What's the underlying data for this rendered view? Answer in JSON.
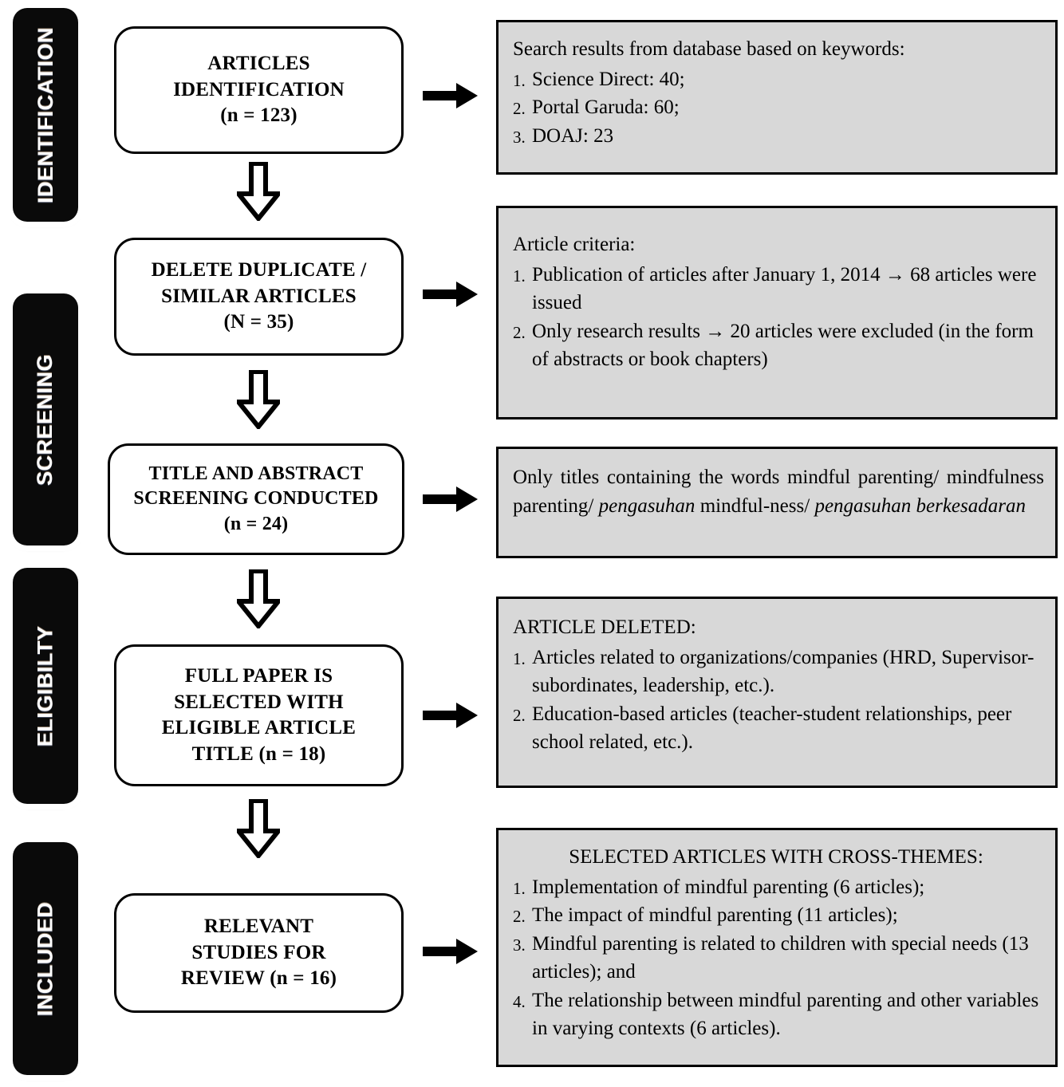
{
  "stages": [
    {
      "label": "IDENTIFICATION"
    },
    {
      "label": "SCREENING"
    },
    {
      "label": "ELIGIBILTY"
    },
    {
      "label": "INCLUDED"
    }
  ],
  "process_boxes": [
    {
      "lines": [
        "ARTICLES",
        "IDENTIFICATION",
        "(n = 123)"
      ]
    },
    {
      "lines": [
        "DELETE DUPLICATE /",
        "SIMILAR ARTICLES",
        "(N = 35)"
      ]
    },
    {
      "lines": [
        "TITLE AND ABSTRACT",
        "SCREENING CONDUCTED",
        "(n = 24)"
      ]
    },
    {
      "lines": [
        "FULL PAPER IS",
        "SELECTED WITH",
        "ELIGIBLE ARTICLE",
        "TITLE (n = 18)"
      ]
    },
    {
      "lines": [
        "RELEVANT",
        "STUDIES FOR",
        "REVIEW (n = 16)"
      ]
    }
  ],
  "note_boxes": [
    {
      "heading": "Search results from database based on keywords:",
      "heading_centered": false,
      "items": [
        {
          "num": "1.",
          "text": "Science Direct: 40;"
        },
        {
          "num": "2.",
          "text": "Portal Garuda: 60;"
        },
        {
          "num": "3.",
          "text": "DOAJ: 23"
        }
      ]
    },
    {
      "heading": "Article criteria:",
      "heading_centered": false,
      "items": [
        {
          "num": "1.",
          "text": "Publication of articles after January 1, 2014 → 68 articles were issued"
        },
        {
          "num": "2.",
          "text": "Only research results →  20 articles were excluded (in the form of abstracts or book chapters)"
        }
      ]
    },
    {
      "heading": "",
      "heading_centered": false,
      "paragraph_html": "Only titles containing the words mindful parenting/ mindfulness parenting/ <i>pengasuhan</i> mindful-ness/ <i>pengasuhan berkesadaran</i>",
      "items": []
    },
    {
      "heading": "ARTICLE DELETED:",
      "heading_centered": false,
      "items": [
        {
          "num": "1.",
          "text": "Articles related to organizations/companies (HRD, Supervisor-subordinates, leadership, etc.)."
        },
        {
          "num": "2.",
          "text": "Education-based articles (teacher-student relationships, peer school related, etc.)."
        }
      ]
    },
    {
      "heading": "SELECTED ARTICLES WITH CROSS-THEMES:",
      "heading_centered": true,
      "items": [
        {
          "num": "1.",
          "text": "Implementation of mindful parenting (6 articles);"
        },
        {
          "num": "2.",
          "text": "The impact of mindful parenting (11 articles);"
        },
        {
          "num": "3.",
          "text": "Mindful parenting is related to children with special needs (13 articles); and"
        },
        {
          "num": "4.",
          "text": "The relationship between mindful parenting and other variables in varying contexts (6 articles)."
        }
      ]
    }
  ],
  "colors": {
    "note_background": "#d8d8d8",
    "stage_background": "#0a0a0a",
    "stage_text": "#ffffff",
    "border": "#000000",
    "page_background": "#ffffff"
  },
  "icons": {
    "arrow_right": "solid-right-arrow",
    "arrow_down": "hollow-down-arrow"
  }
}
